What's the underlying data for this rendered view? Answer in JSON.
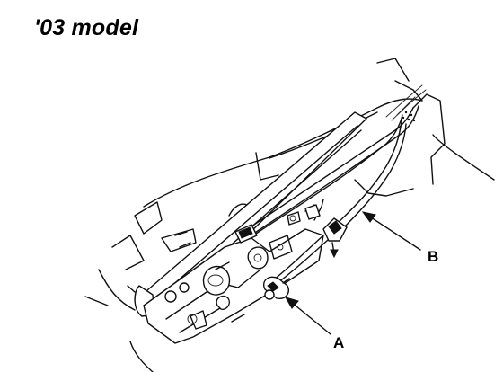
{
  "title": "'03 model",
  "callouts": {
    "a": "A",
    "b": "B"
  }
}
